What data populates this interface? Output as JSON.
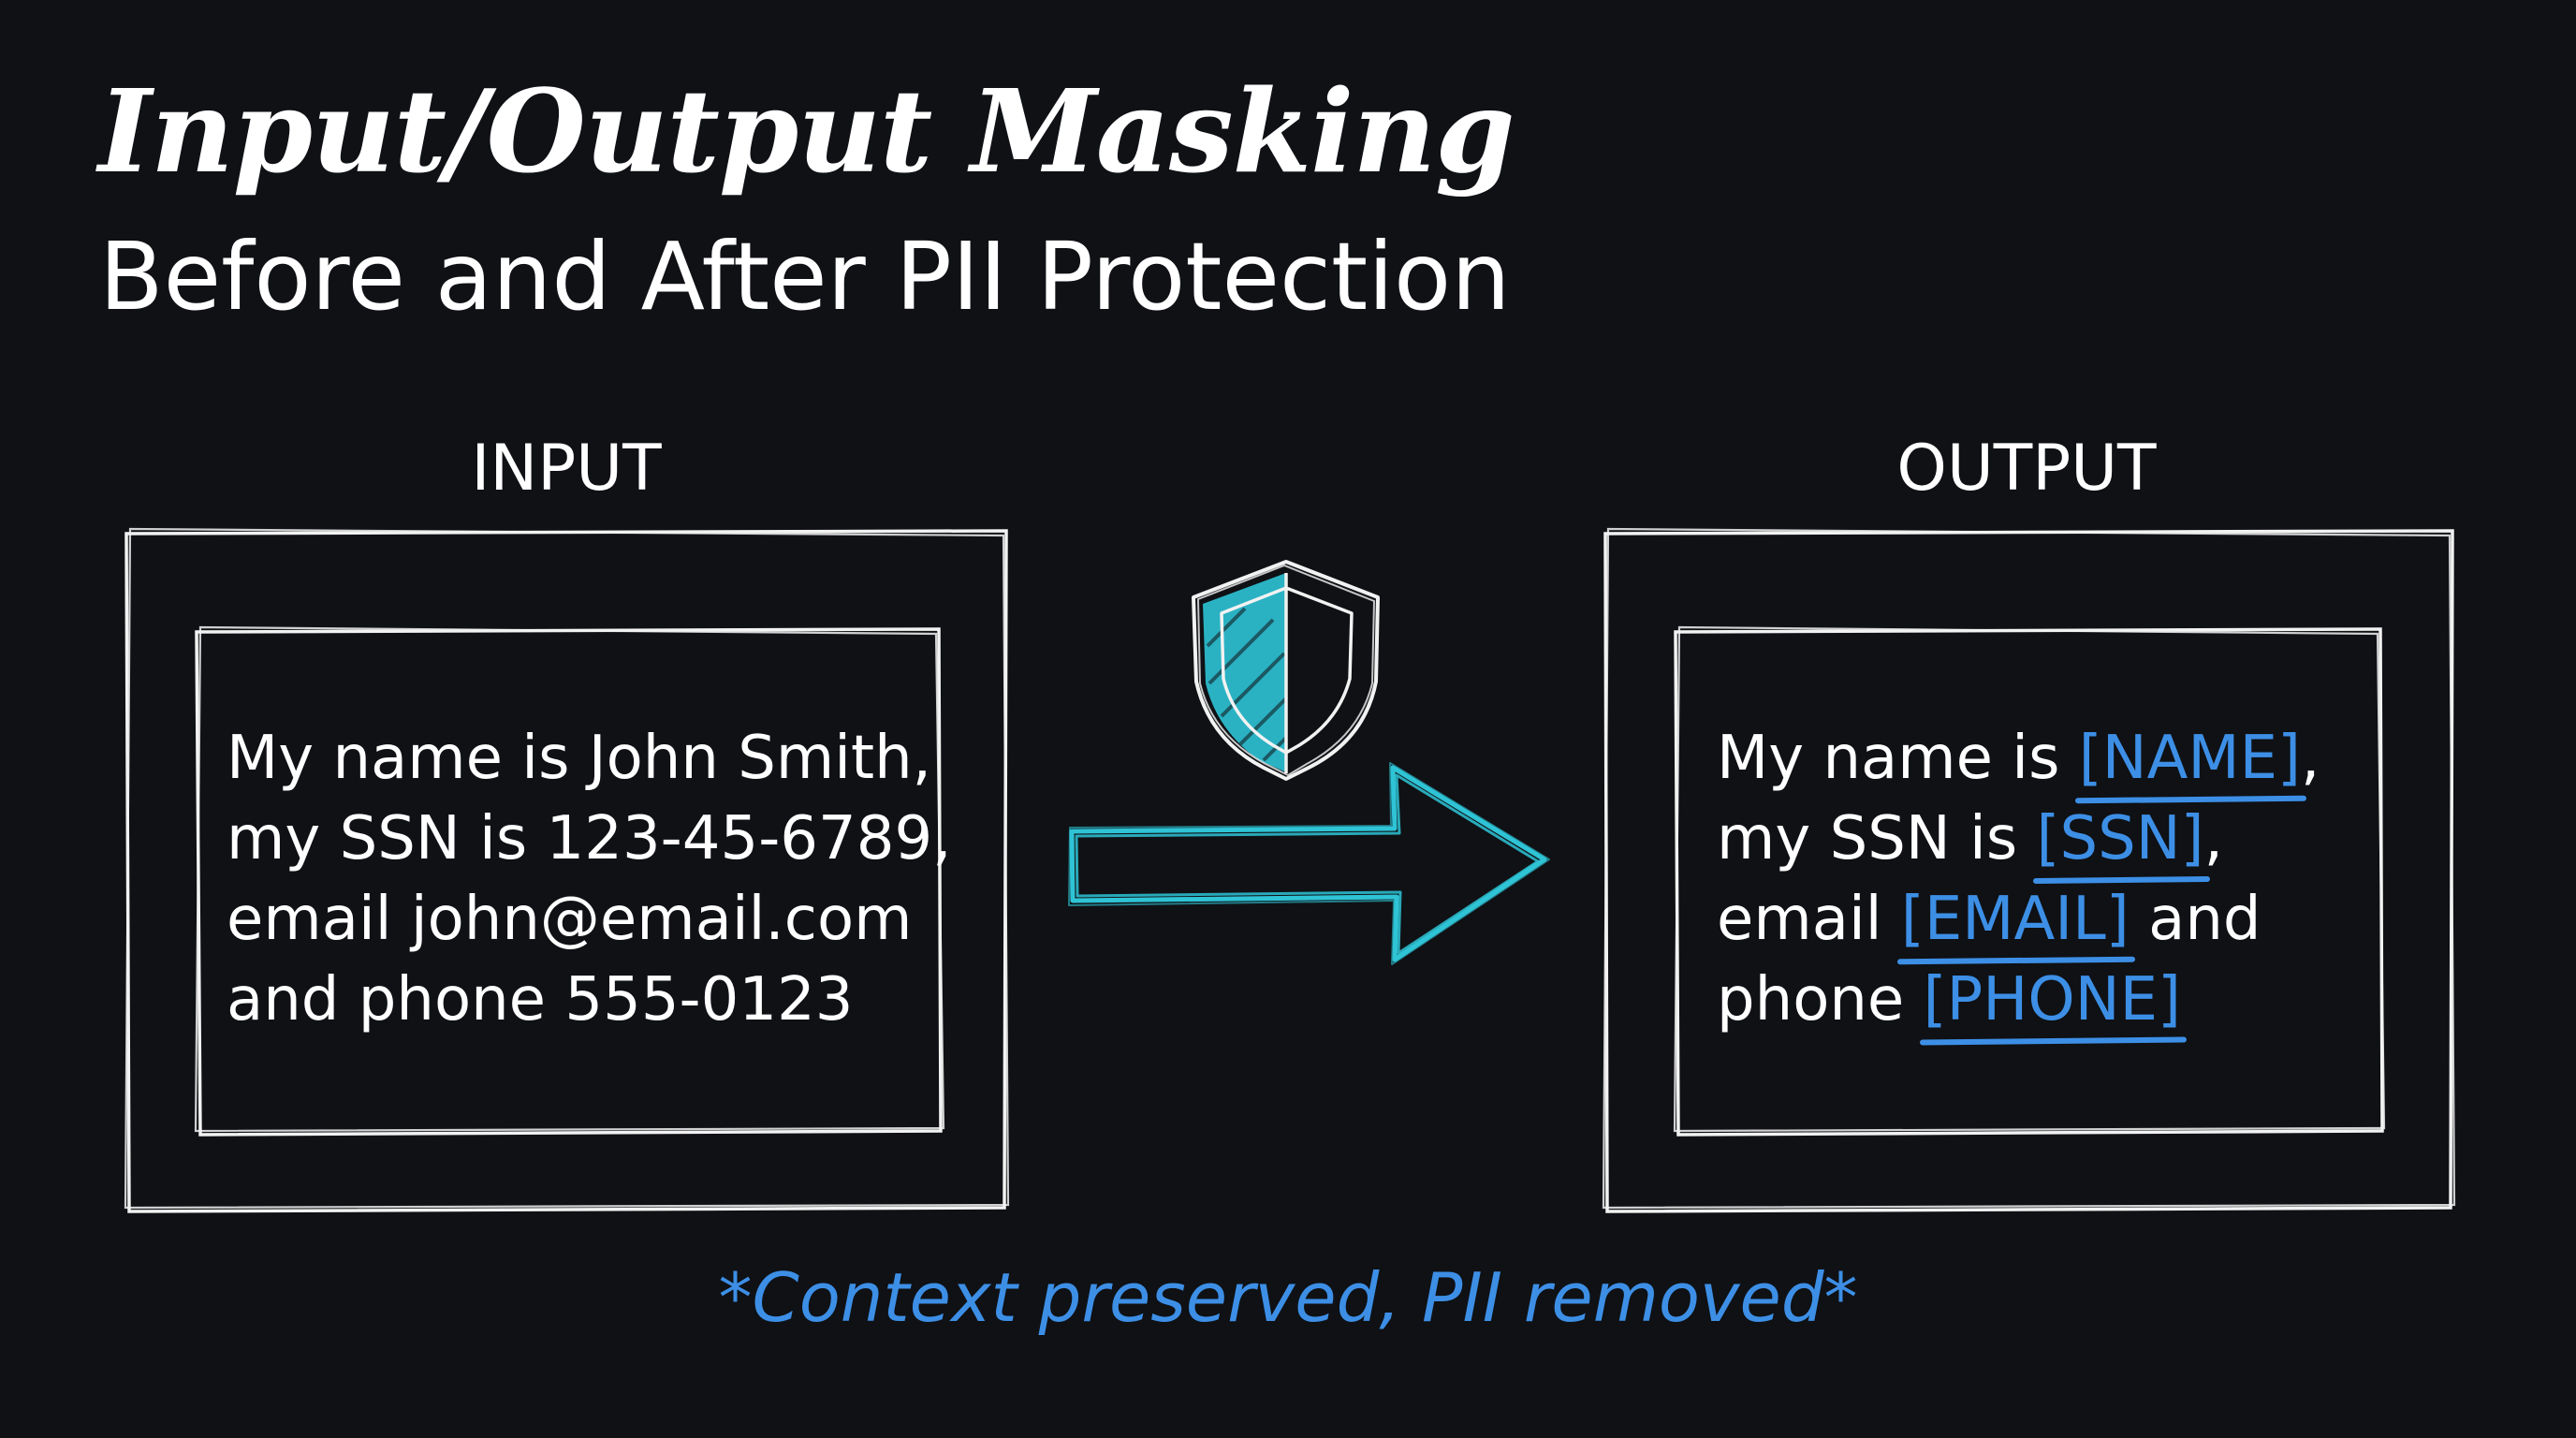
{
  "header": {
    "title": "Input/Output Masking",
    "subtitle": "Before and After PII Protection"
  },
  "input_panel": {
    "label": "INPUT",
    "lines": [
      "My name is John Smith,",
      "my SSN is 123-45-6789,",
      "email john@email.com",
      "and phone 555-0123"
    ]
  },
  "output_panel": {
    "label": "OUTPUT",
    "line1_prefix": "My name is ",
    "line1_token": "[NAME]",
    "line1_suffix": ",",
    "line2_prefix": "my SSN is ",
    "line2_token": "[SSN]",
    "line2_suffix": ",",
    "line3_prefix": "email ",
    "line3_token": "[EMAIL]",
    "line3_suffix": " and",
    "line4_prefix": "phone ",
    "line4_token": "[PHONE]"
  },
  "icons": {
    "shield": "shield-icon",
    "arrow": "arrow-right-icon"
  },
  "footer": {
    "note": "*Context preserved, PII removed*"
  },
  "colors": {
    "background": "#0f1115",
    "accent_cyan": "#2ec4d6",
    "mask_blue": "#3d8fe6",
    "text": "#ffffff"
  }
}
